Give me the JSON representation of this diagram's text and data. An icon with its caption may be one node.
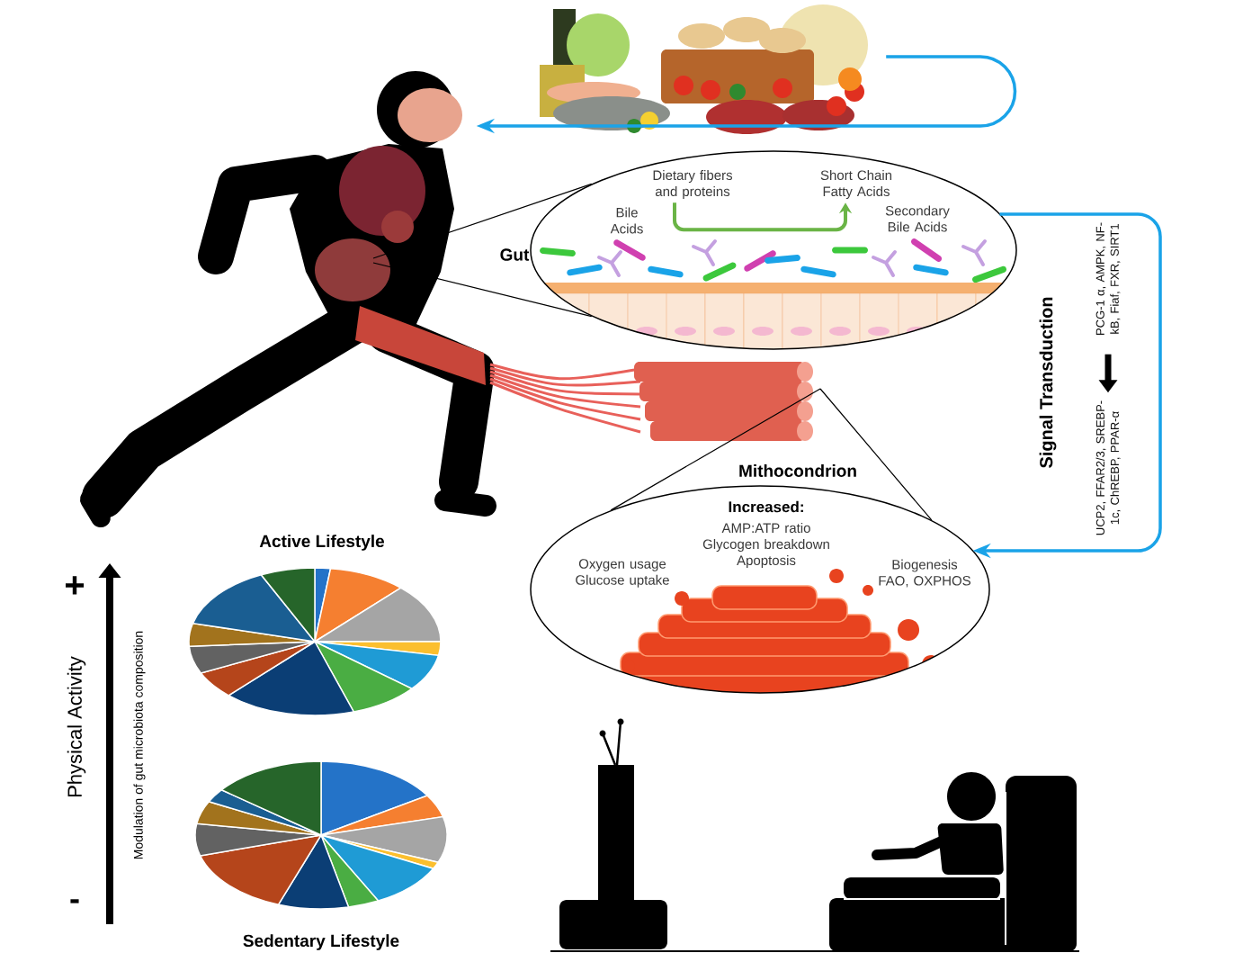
{
  "diagram": {
    "nodes": [
      {
        "text": [],
        "shape": "picture"
      },
      {
        "text": [],
        "shape": "person"
      },
      {
        "text": [
          "Gut"
        ]
      },
      {
        "text": [
          "Dietary fibers and proteins"
        ],
        "in": 2
      },
      {
        "text": [
          "Short Chain Fatty Acids"
        ],
        "in": 2
      },
      {
        "text": [
          "Bile Acids"
        ],
        "in": 2
      },
      {
        "text": [
          "Secondary Bile Acids"
        ],
        "in": 2
      },
      {
        "text": [
          "Mithocondrion",
          "Increased:",
          "AMP:ATP ratio Glycogen breakdown Apoptosis",
          "Oxygen usage Glucose uptake",
          "Biogenesis FAO, OXPHOS"
        ]
      },
      {
        "text": [],
        "shape": "picture"
      },
      {
        "text": [
          "PCG-1 α, AMPK, NF-kB, Fiaf, FXR, SIRT1"
        ]
      },
      {
        "text": [
          "UCP2, FFAR2/3, SREBP-1c, ChREBP, PPAR-α"
        ]
      }
    ],
    "edges": [
      {
        "from": 0,
        "to": 1,
        "arrow": "to",
        "color": "#1aa3e8"
      },
      {
        "from": 1,
        "to": 2,
        "arrow": "none"
      },
      {
        "from": 3,
        "to": 4,
        "arrow": "to",
        "color": "#6ab446"
      },
      {
        "from": 2,
        "to": 7,
        "arrow": "to",
        "label": "Signal Transduction",
        "color": "#1aa3e8"
      },
      {
        "from": 9,
        "to": 10,
        "arrow": "to",
        "style": "thick"
      },
      {
        "from": 8,
        "to": 7,
        "arrow": "none"
      }
    ],
    "labels": [
      "Active Lifestyle",
      "+",
      "Physical Activity",
      "Modulation of gut microbiota composition",
      "-",
      "Sedentary Lifestyle"
    ]
  }
}
